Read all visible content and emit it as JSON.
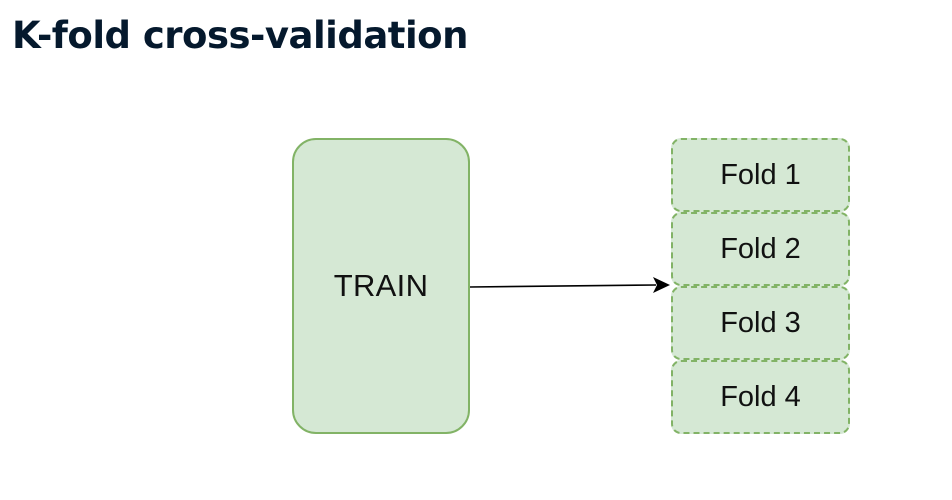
{
  "page": {
    "title": "K-fold cross-validation"
  },
  "diagram": {
    "train_label": "TRAIN",
    "folds": [
      {
        "label": "Fold 1"
      },
      {
        "label": "Fold 2"
      },
      {
        "label": "Fold 3"
      },
      {
        "label": "Fold 4"
      }
    ],
    "colors": {
      "box_fill": "#d5e8d4",
      "box_stroke": "#82b366",
      "arrow": "#000000",
      "title": "#05192d"
    }
  }
}
